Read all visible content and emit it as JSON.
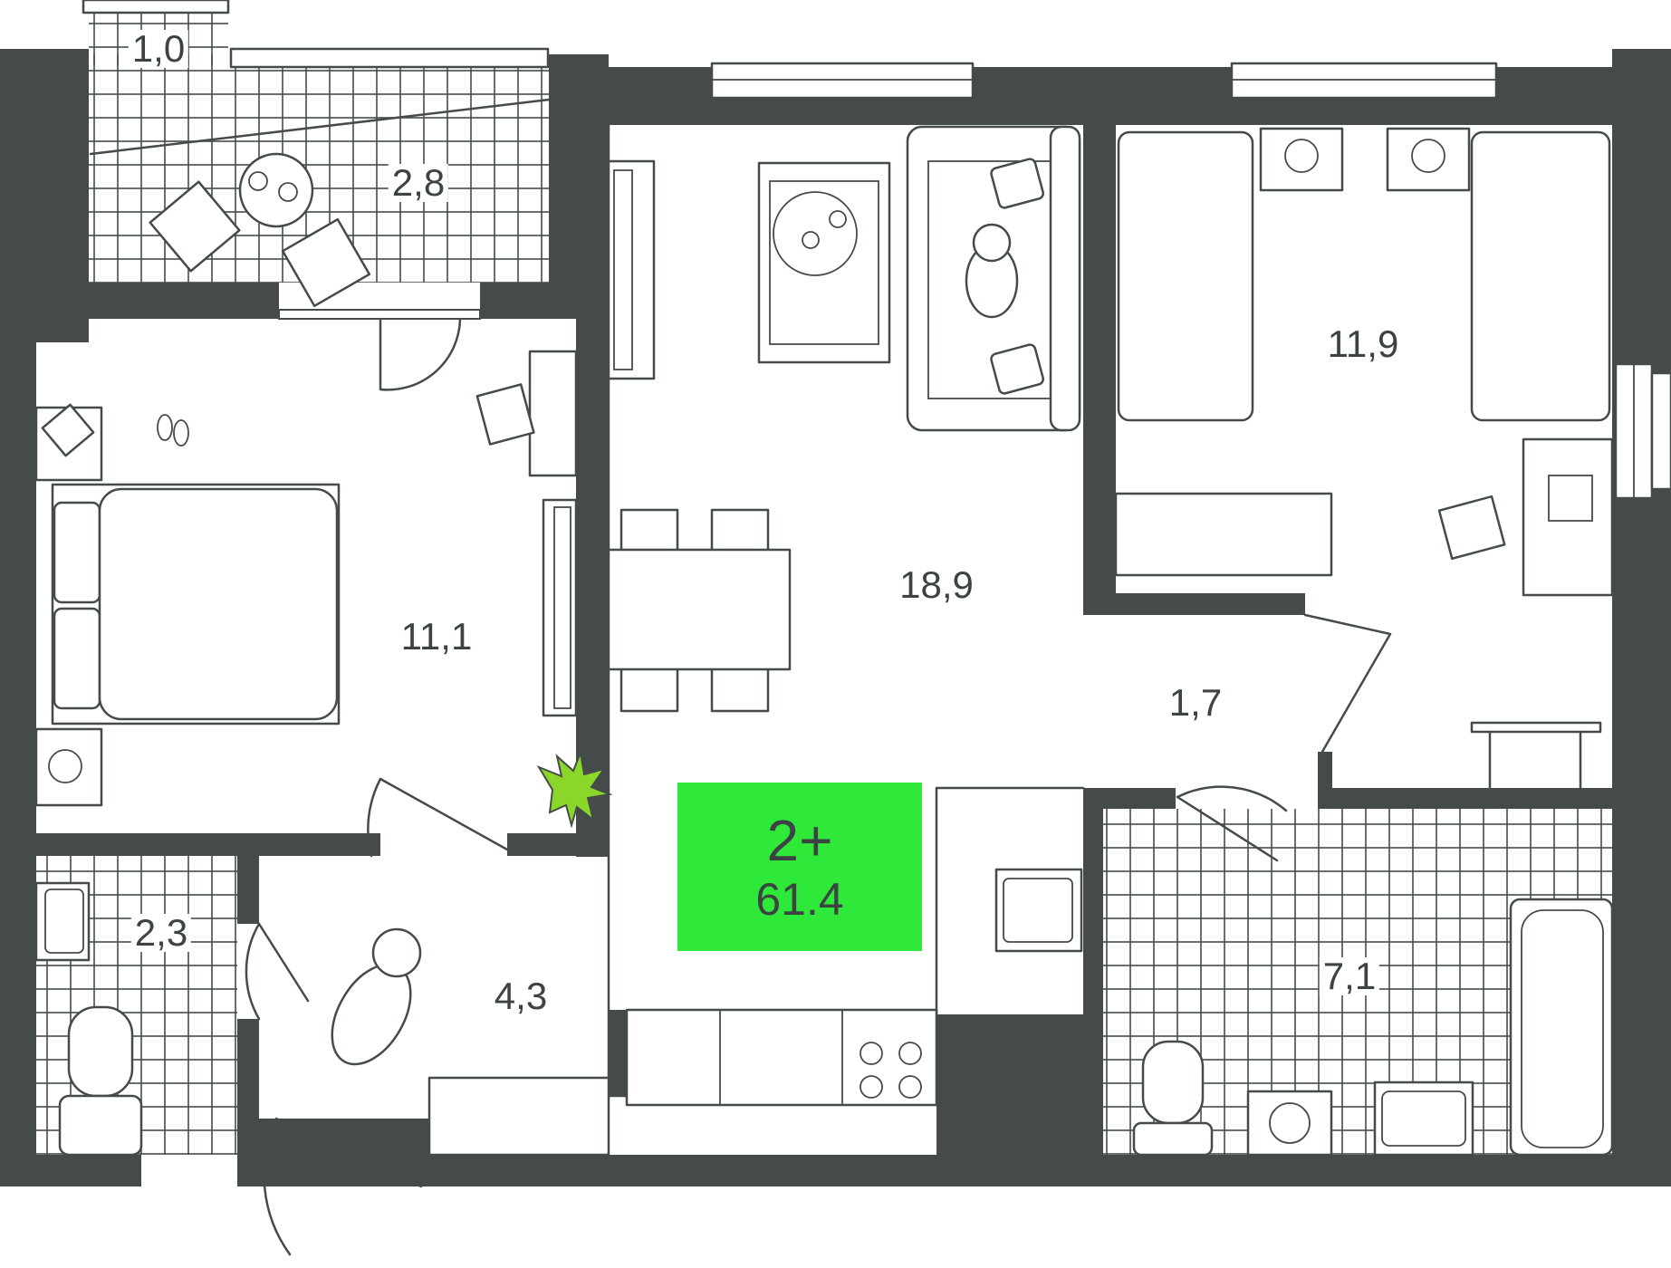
{
  "plan": {
    "apartment_type": "2+",
    "total_area": "61.4",
    "colors": {
      "wall": "#454b4b",
      "badge": "#2ee83a",
      "background": "#ffffff"
    },
    "rooms": [
      {
        "id": "balcony-small",
        "area": "1,0"
      },
      {
        "id": "balcony",
        "area": "2,8"
      },
      {
        "id": "bedroom",
        "area": "11,1"
      },
      {
        "id": "living-kitchen",
        "area": "18,9"
      },
      {
        "id": "children-room",
        "area": "11,9"
      },
      {
        "id": "corridor",
        "area": "1,7"
      },
      {
        "id": "toilet",
        "area": "2,3"
      },
      {
        "id": "hallway",
        "area": "4,3"
      },
      {
        "id": "bathroom",
        "area": "7,1"
      }
    ],
    "icons": [
      "sofa-icon",
      "bed-icon",
      "dining-table-icon",
      "stove-icon",
      "sink-icon",
      "toilet-icon",
      "bathtub-icon",
      "washing-machine-icon",
      "fan-icon",
      "plant-icon",
      "cat-icon",
      "dog-icon",
      "slippers-icon",
      "wardrobe-icon",
      "desk-icon",
      "chair-icon"
    ]
  }
}
